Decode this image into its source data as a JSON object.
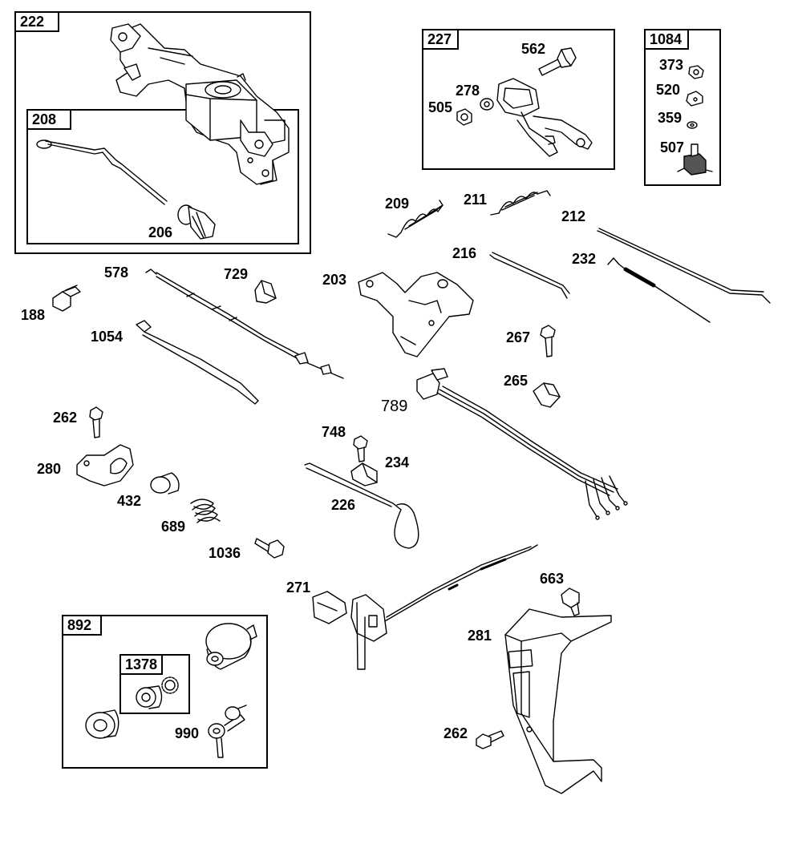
{
  "groups": {
    "g222": "222",
    "g208": "208",
    "g227": "227",
    "g1084": "1084",
    "g892": "892",
    "g1378": "1378"
  },
  "parts": {
    "p206": "206",
    "p562": "562",
    "p278": "278",
    "p505": "505",
    "p373": "373",
    "p520": "520",
    "p359": "359",
    "p507": "507",
    "p209": "209",
    "p211": "211",
    "p212": "212",
    "p216": "216",
    "p232": "232",
    "p578": "578",
    "p729": "729",
    "p203": "203",
    "p188": "188",
    "p1054": "1054",
    "p267": "267",
    "p265": "265",
    "p789": "789",
    "p262a": "262",
    "p280": "280",
    "p432": "432",
    "p689": "689",
    "p748": "748",
    "p234": "234",
    "p226": "226",
    "p1036": "1036",
    "p271": "271",
    "p663": "663",
    "p281": "281",
    "p262b": "262",
    "p990": "990"
  },
  "colors": {
    "line": "#000000",
    "fill": "#ffffff",
    "shade": "#d9d9d9",
    "dark": "#555555"
  }
}
